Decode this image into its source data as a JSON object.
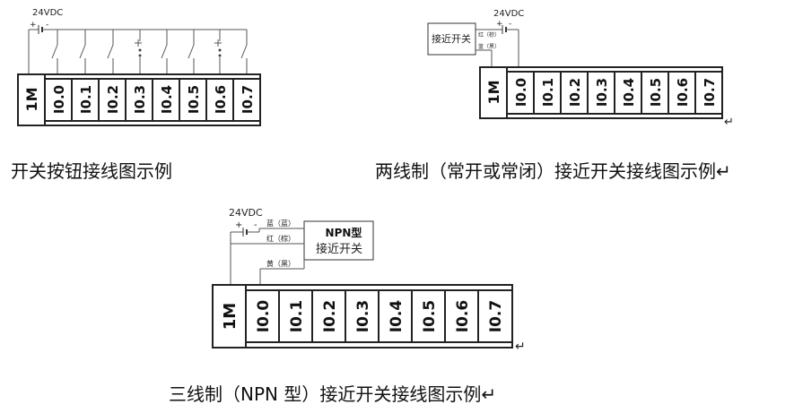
{
  "diagram1": {
    "supply": "24VDC",
    "plus": "+",
    "minus": "-",
    "terminals": [
      "1M",
      "I0.0",
      "I0.1",
      "I0.2",
      "I0.3",
      "I0.4",
      "I0.5",
      "I0.6",
      "I0.7"
    ],
    "caption": "开关按钮接线图示例"
  },
  "diagram2": {
    "supply": "24VDC",
    "plus": "+",
    "minus": "-",
    "sensor_label": "接近开关",
    "wire_red": "红（棕）",
    "wire_blue": "蓝（黑）",
    "terminals": [
      "1M",
      "I0.0",
      "I0.1",
      "I0.2",
      "I0.3",
      "I0.4",
      "I0.5",
      "I0.6",
      "I0.7"
    ],
    "return_mark": "↵",
    "caption": "两线制（常开或常闭）接近开关接线图示例↵"
  },
  "diagram3": {
    "supply": "24VDC",
    "plus": "+",
    "minus": "-",
    "sensor_label_line1": "NPN型",
    "sensor_label_line2": "接近开关",
    "wire_blue": "蓝（蓝）",
    "wire_red": "红（棕）",
    "wire_yellow": "黄（黑）",
    "terminals": [
      "1M",
      "I0.0",
      "I0.1",
      "I0.2",
      "I0.3",
      "I0.4",
      "I0.5",
      "I0.6",
      "I0.7"
    ],
    "return_mark": "↵",
    "caption": "三线制（NPN 型）接近开关接线图示例↵"
  }
}
